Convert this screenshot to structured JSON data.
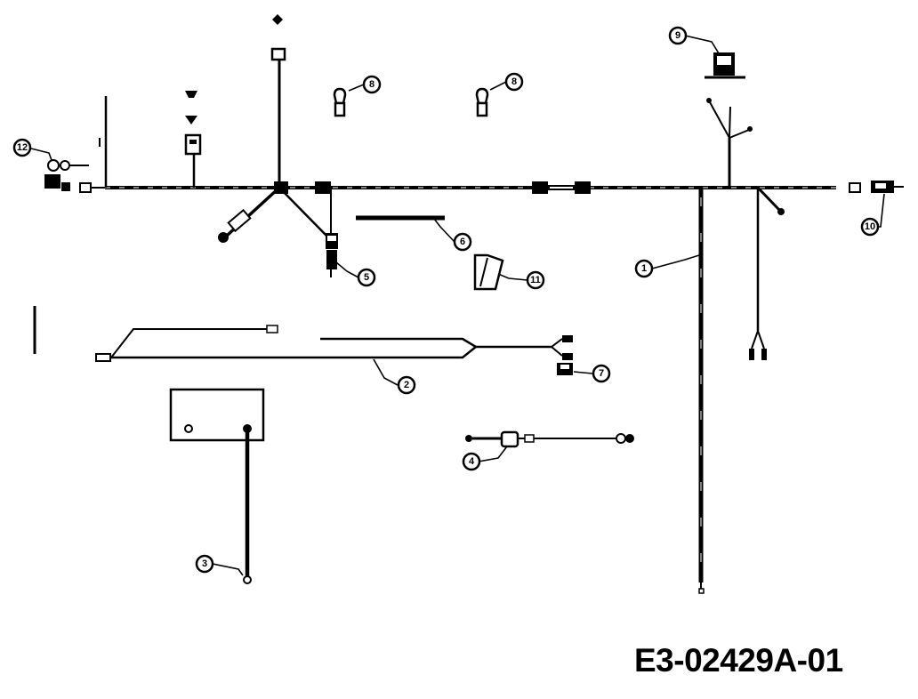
{
  "diagram": {
    "part_number": "E3-02429A-01",
    "ink_color": "#000000",
    "background_color": "#ffffff",
    "callouts": [
      "1",
      "2",
      "3",
      "4",
      "5",
      "6",
      "7",
      "8",
      "8",
      "9",
      "10",
      "11",
      "12"
    ]
  }
}
